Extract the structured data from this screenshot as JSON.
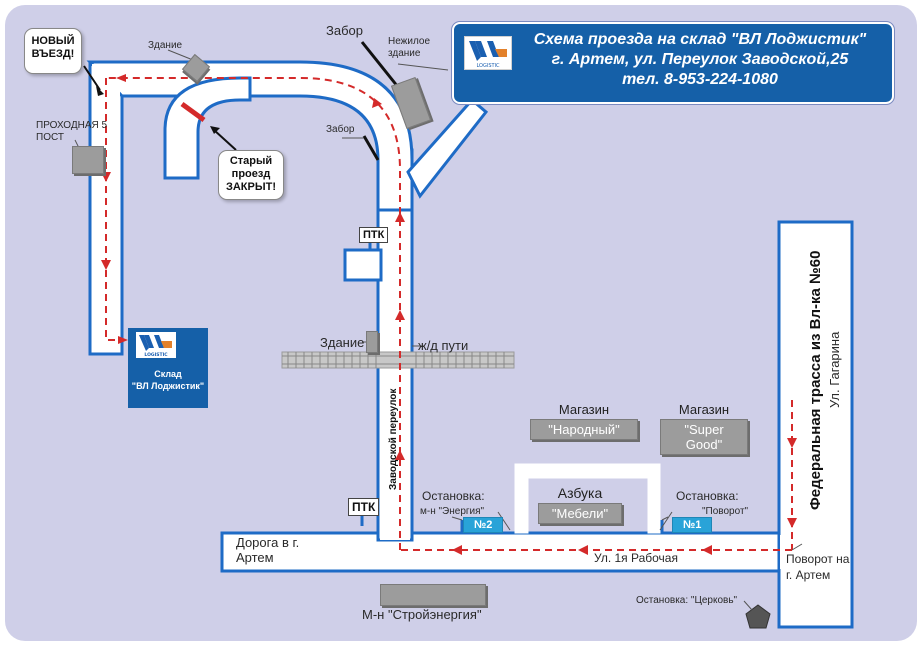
{
  "title": {
    "line1": "Схема проезда на склад \"ВЛ Лоджистик\"",
    "line2": "г. Артем, ул. Переулок Заводской,25",
    "line3": "тел. 8-953-224-1080"
  },
  "logo_text": "LOGISTIC",
  "warehouse": {
    "line1": "Склад",
    "line2": "\"ВЛ Лоджистик\""
  },
  "callouts": {
    "new_entry": "НОВЫЙ ВЪЕЗД!",
    "old_entry": "Старый проезд ЗАКРЫТ!"
  },
  "labels": {
    "building_top": "Здание",
    "fence_top": "Забор",
    "nonres": "Нежилое здание",
    "checkpoint": "ПРОХОДНАЯ 5 ПОСТ",
    "fence_mid": "Забор",
    "ptk_top": "ПТК",
    "building_rail": "Здание",
    "rail": "ж/д пути",
    "zavodskoy": "Заводской переулок",
    "ptk_bottom": "ПТК",
    "road_artem": "Дорога в г. Артем",
    "stroy": "М-н \"Стройэнергия\"",
    "stop_energy_title": "Остановка:",
    "stop_energy_name": "м-н \"Энергия\"",
    "badge2": "№2",
    "stop_povorot_title": "Остановка:",
    "stop_povorot_name": "\"Поворот\"",
    "badge1": "№1",
    "street1": "Ул. 1я Рабочая",
    "turn": "Поворот на г. Артем",
    "church": "Остановка: \"Церковь\"",
    "highway": "Федеральная трасса из Вл-ка №60",
    "gagarina": "Ул. Гагарина"
  },
  "stores": [
    {
      "title": "Магазин",
      "name": "\"Народный\""
    },
    {
      "title": "Магазин",
      "name": "\"Super Good\""
    },
    {
      "title": "Азбука",
      "name": "\"Мебели\""
    }
  ],
  "colors": {
    "road": "#ffffff",
    "road_edge": "#1e6bc6",
    "route": "#d42a2a",
    "brand": "#1560a8",
    "background": "#cfcfe8"
  }
}
